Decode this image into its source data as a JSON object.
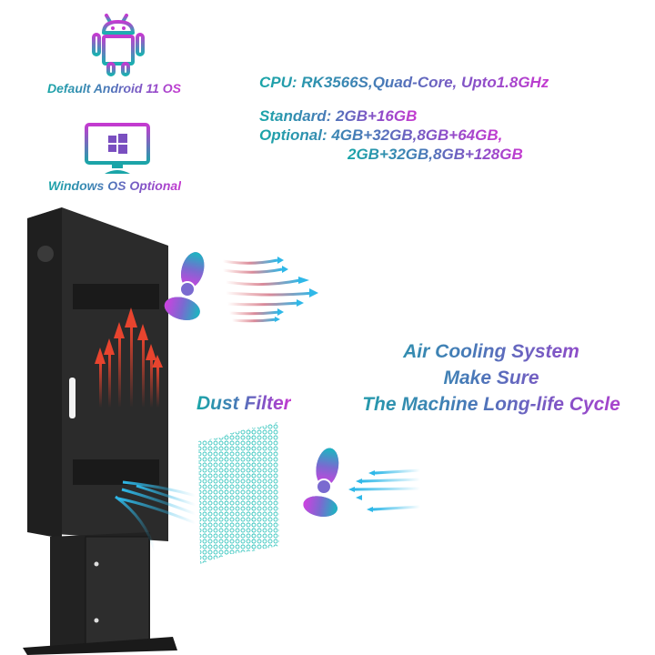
{
  "os_badges": [
    {
      "icon": "android-icon",
      "label": "Default Android 11 OS"
    },
    {
      "icon": "windows-monitor-icon",
      "label": "Windows OS Optional"
    }
  ],
  "specs": {
    "cpu": "CPU: RK3566S,Quad-Core, Upto1.8GHz",
    "standard": "Standard: 2GB+16GB",
    "optional_line1": "Optional: 4GB+32GB,8GB+64GB,",
    "optional_line2": "2GB+32GB,8GB+128GB"
  },
  "cooling": {
    "line1": "Air Cooling  System",
    "line2": "Make Sure",
    "line3": "The Machine Long-life Cycle"
  },
  "dust_filter_label": "Dust Filter",
  "colors": {
    "teal": "#1aa5a8",
    "purple": "#c43ad0",
    "hot_air": "#e8442e",
    "cool_air": "#2fb8e8",
    "cabinet": "#2a2a2a"
  }
}
